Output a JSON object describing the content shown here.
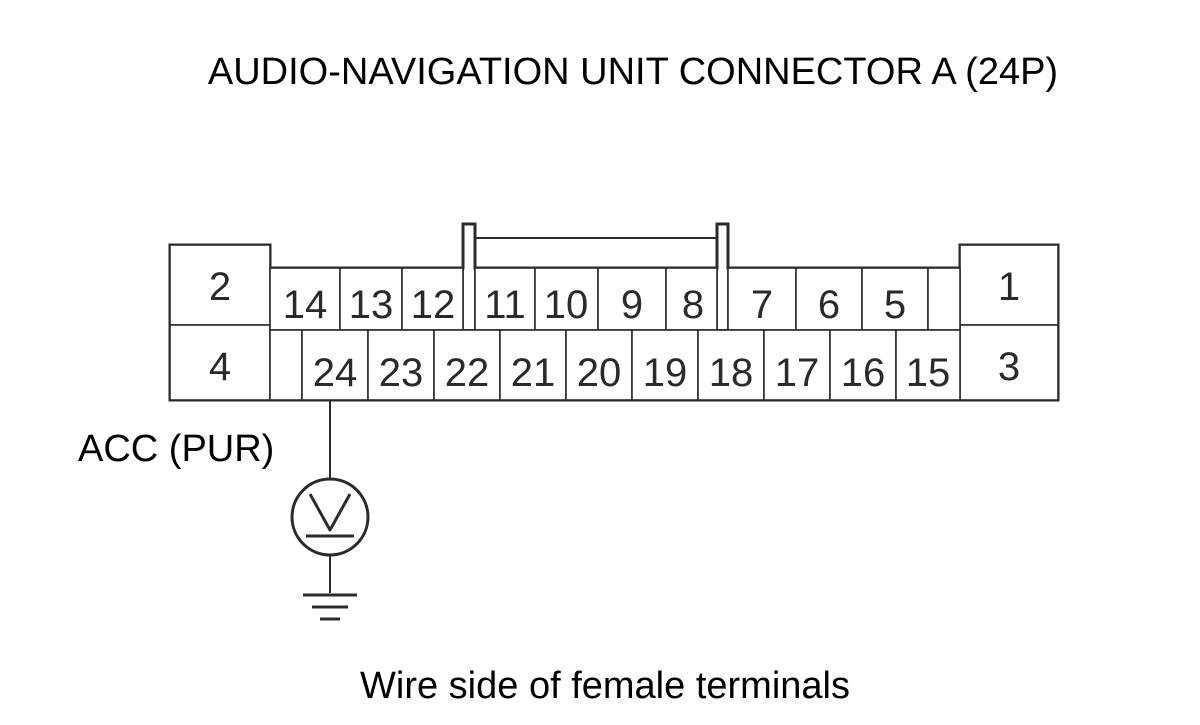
{
  "title": "AUDIO-NAVIGATION UNIT CONNECTOR A (24P)",
  "caption": "Wire side of female terminals",
  "probe_label": "ACC (PUR)",
  "connector": {
    "left_upper": "2",
    "left_lower": "4",
    "right_upper": "1",
    "right_lower": "3",
    "top_row": [
      "14",
      "13",
      "12",
      "11",
      "10",
      "9",
      "8",
      "7",
      "6",
      "5",
      ""
    ],
    "bottom_row": [
      "",
      "24",
      "23",
      "22",
      "21",
      "20",
      "19",
      "18",
      "17",
      "16",
      "15"
    ]
  },
  "probe_pin": "24",
  "icons": {
    "voltmeter": "voltmeter-icon",
    "ground": "ground-icon"
  },
  "colors": {
    "line": "#2b2b2b",
    "text": "#000000"
  }
}
